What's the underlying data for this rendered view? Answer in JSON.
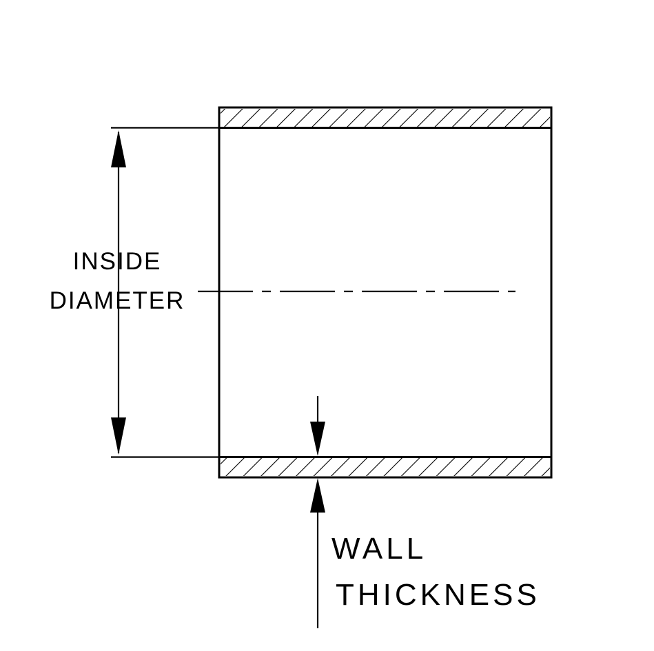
{
  "diagram": {
    "type": "technical-cross-section",
    "subject": "tube cross-section with dimension callouts",
    "labels": {
      "inside_diameter_line1": "INSIDE",
      "inside_diameter_line2": "DIAMETER",
      "wall_thickness_line1": "WALL",
      "wall_thickness_line2": "THICKNESS"
    },
    "colors": {
      "line": "#000000",
      "background": "#ffffff"
    }
  }
}
